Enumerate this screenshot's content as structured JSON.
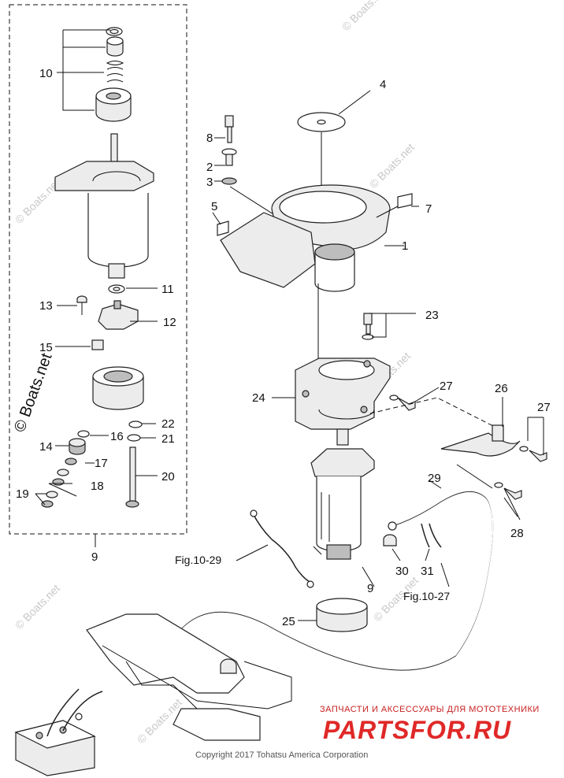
{
  "callouts": {
    "c1": "1",
    "c2": "2",
    "c3": "3",
    "c4": "4",
    "c5": "5",
    "c7": "7",
    "c8": "8",
    "c9a": "9",
    "c9b": "9",
    "c10": "10",
    "c11": "11",
    "c12": "12",
    "c13": "13",
    "c14": "14",
    "c15": "15",
    "c16": "16",
    "c17": "17",
    "c18": "18",
    "c19": "19",
    "c20": "20",
    "c21": "21",
    "c22": "22",
    "c23": "23",
    "c24": "24",
    "c25": "25",
    "c26": "26",
    "c27a": "27",
    "c27b": "27",
    "c28": "28",
    "c29": "29",
    "c30": "30",
    "c31": "31"
  },
  "references": {
    "fig_left": "Fig.10-29",
    "fig_right": "Fig.10-27"
  },
  "watermarks": {
    "boats_net_big": "© Boats.net",
    "boats_net_small": "© Boats.net"
  },
  "branding": {
    "promo_text": "ЗАПЧАСТИ И АКСЕССУАРЫ ДЛЯ МОТОТЕХНИКИ",
    "logo_text": "PARTSFOR.RU",
    "copyright": "Copyright 2017 Tohatsu America Corporation"
  },
  "colors": {
    "line": "#222222",
    "brand_red": "#e02828",
    "watermark_gray": "#c8c8c8"
  }
}
